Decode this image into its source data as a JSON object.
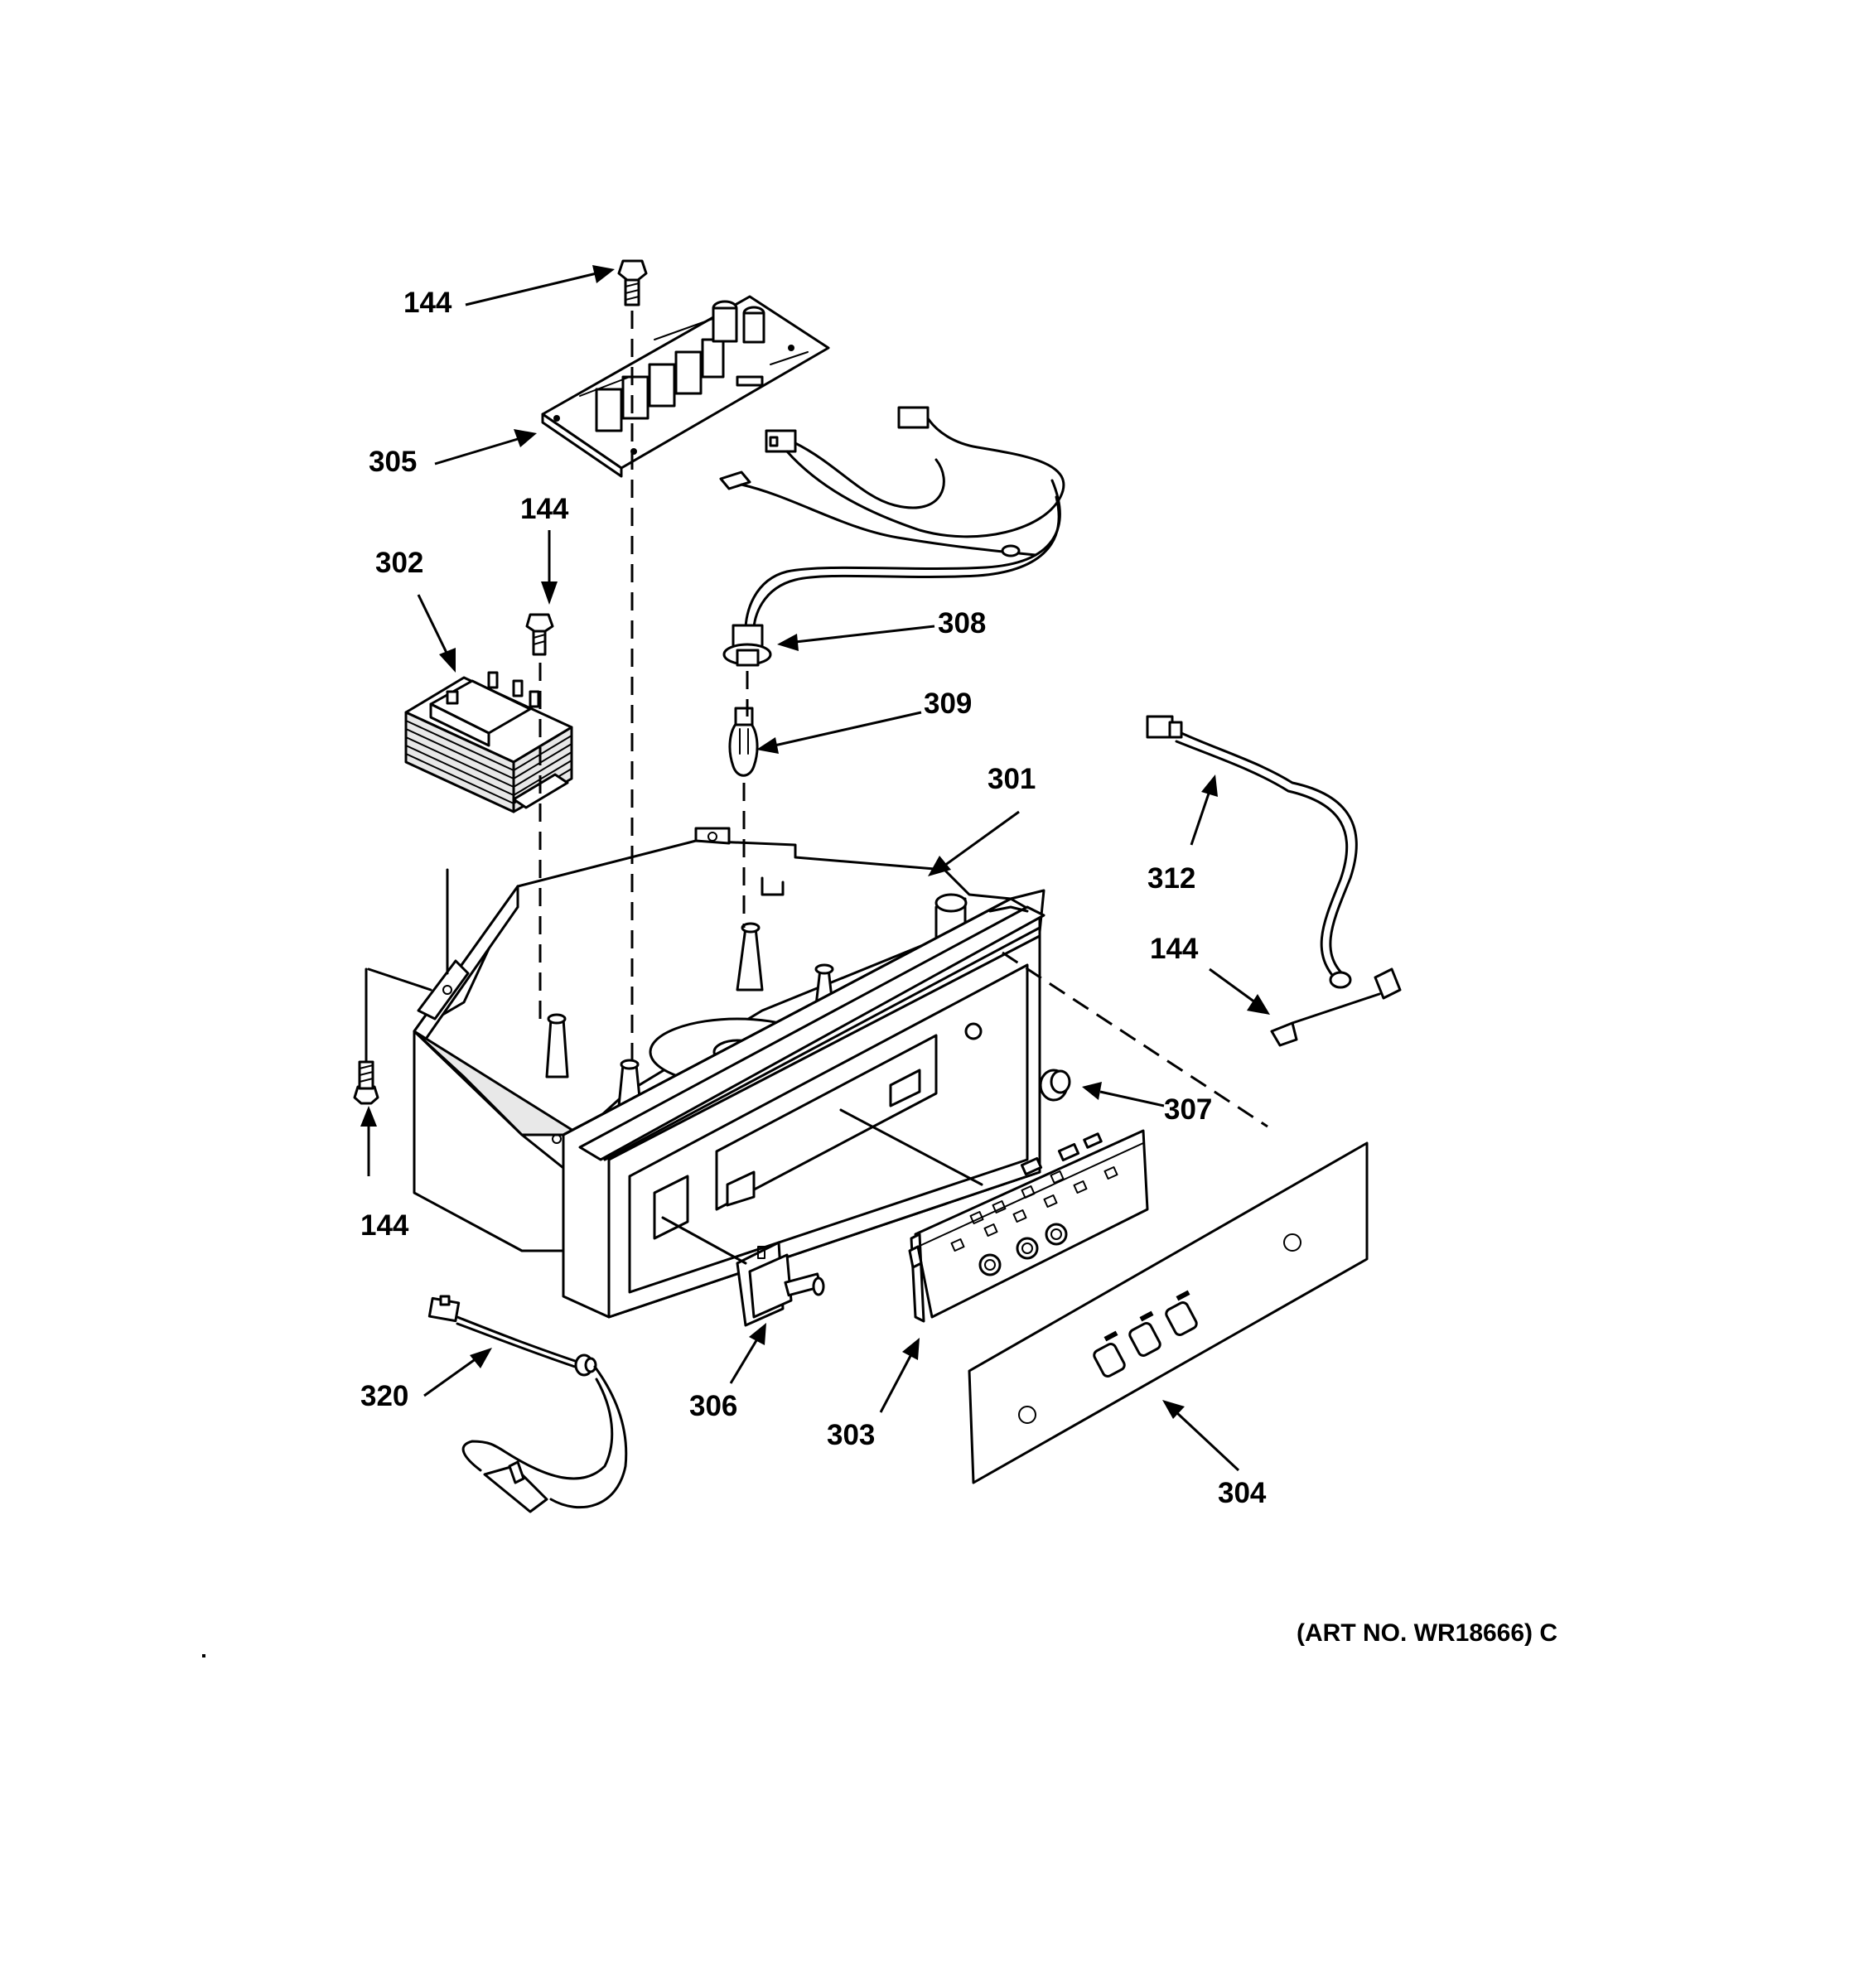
{
  "callouts": {
    "c144_top": "144",
    "c305": "305",
    "c144_mid": "144",
    "c302": "302",
    "c308": "308",
    "c309": "309",
    "c301": "301",
    "c312": "312",
    "c144_right": "144",
    "c307": "307",
    "c144_left": "144",
    "c320": "320",
    "c306": "306",
    "c303": "303",
    "c304": "304"
  },
  "footer": {
    "art_number": "(ART NO. WR18666) C"
  }
}
